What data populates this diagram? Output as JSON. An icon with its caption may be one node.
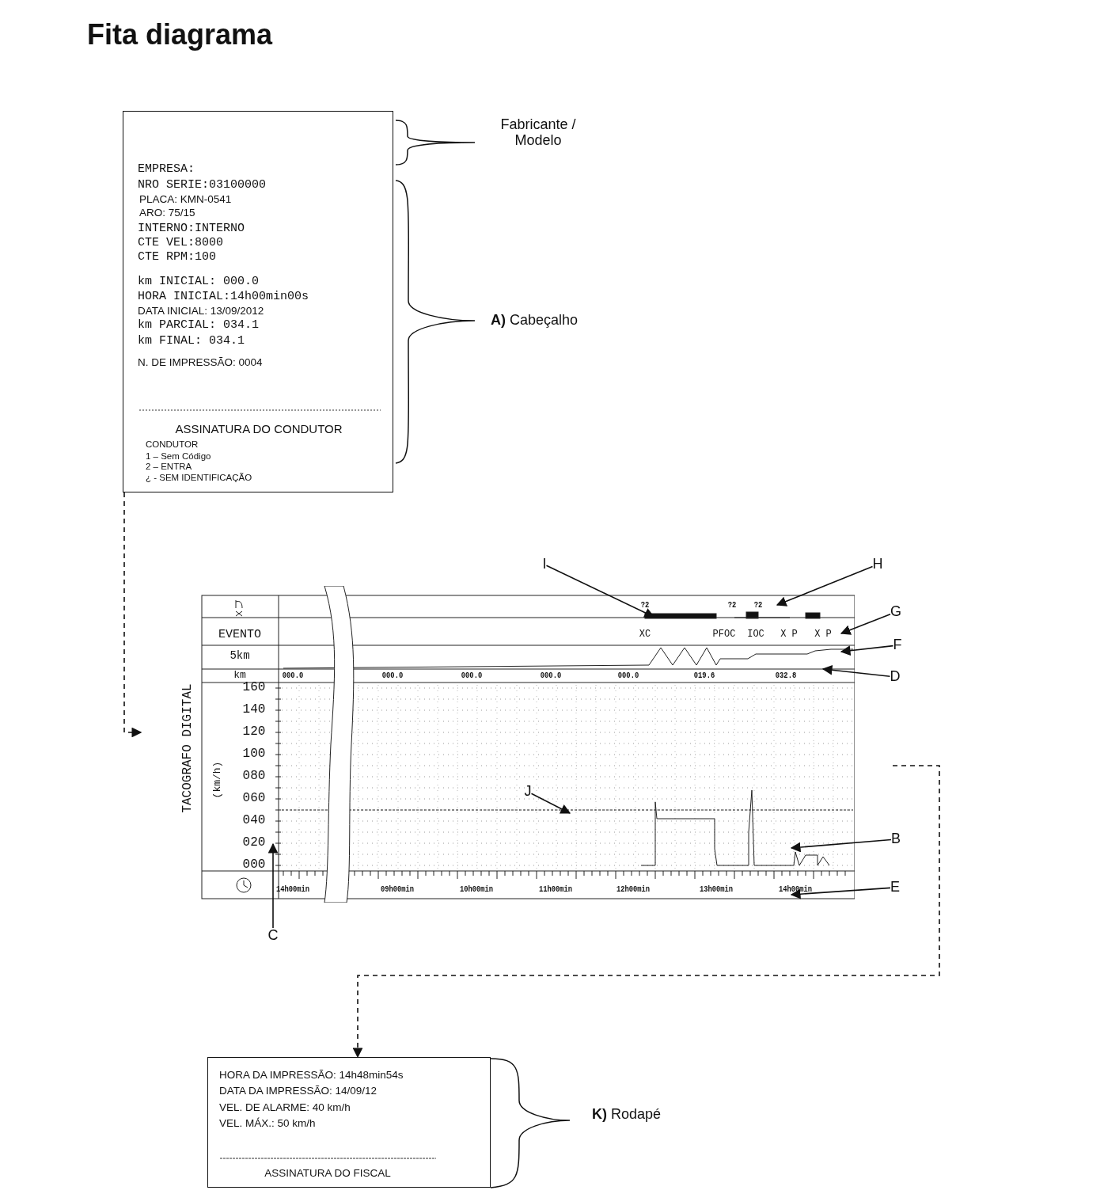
{
  "diagram": {
    "title": "Fita diagrama",
    "nodes": [
      {
        "text": [
          "EMPRESA:",
          "NRO SERIE:03100000",
          "PLACA: KMN-0541",
          "ARO: 75/15",
          "INTERNO:INTERNO",
          "CTE VEL:8000",
          "CTE RPM:100",
          "km INICIAL: 000.0",
          "HORA INICIAL:14h00min00s",
          "DATA INICIAL: 13/09/2012",
          "km PARCIAL: 034.1",
          "km FINAL: 034.1",
          "N. DE IMPRESSÃO: 0004",
          "ASSINATURA DO CONDUTOR",
          "CONDUTOR",
          "1 – Sem Código",
          "2 – ENTRA",
          "¿ - SEM IDENTIFICAÇÃO"
        ]
      },
      {
        "text": [
          "?2",
          "?2",
          "?2",
          "EVENTO",
          "XC",
          "PFOC",
          "IOC",
          "X P",
          "X P",
          "5km",
          "km",
          "000.0",
          "000.0",
          "000.0",
          "000.0",
          "000.0",
          "019.6",
          "032.8",
          "TACOGRAFO DIGITAL",
          "(km/h)",
          "160",
          "140",
          "120",
          "100",
          "080",
          "060",
          "040",
          "020",
          "000",
          "14h00min",
          "09h00min",
          "10h00min",
          "11h00min",
          "12h00min",
          "13h00min",
          "14h00min"
        ]
      },
      {
        "text": [
          "HORA DA IMPRESSÃO: 14h48min54s",
          "DATA DA IMPRESSÃO: 14/09/12",
          "VEL. DE ALARME: 40 km/h",
          "VEL. MÁX.: 50 km/h",
          "ASSINATURA DO FISCAL"
        ]
      },
      {
        "text": [
          "I"
        ]
      },
      {
        "text": [
          "H"
        ]
      },
      {
        "text": [
          "G"
        ]
      },
      {
        "text": [
          "F"
        ]
      },
      {
        "text": [
          "D"
        ]
      },
      {
        "text": [
          "B"
        ]
      },
      {
        "text": [
          "E"
        ]
      },
      {
        "text": [
          "C"
        ]
      },
      {
        "text": [
          "J"
        ],
        "in": 1
      }
    ],
    "edges": [
      {
        "from": 0,
        "to": 1,
        "arrow": "to",
        "style": "dashed"
      },
      {
        "from": 1,
        "to": 2,
        "arrow": "to",
        "style": "dashed"
      },
      {
        "from": 3,
        "to": 1,
        "arrow": "to"
      },
      {
        "from": 4,
        "to": 1,
        "arrow": "to"
      },
      {
        "from": 5,
        "to": 1,
        "arrow": "to"
      },
      {
        "from": 6,
        "to": 1,
        "arrow": "to"
      },
      {
        "from": 7,
        "to": 1,
        "arrow": "to"
      },
      {
        "from": 8,
        "to": 1,
        "arrow": "to"
      },
      {
        "from": 9,
        "to": 1,
        "arrow": "to"
      },
      {
        "from": 10,
        "to": 1,
        "arrow": "to"
      },
      {
        "from": 11,
        "to": 1,
        "arrow": "to"
      }
    ],
    "labels": [
      "Fabricante / Modelo",
      "**A)** Cabeçalho",
      "**K)** Rodapé"
    ]
  }
}
